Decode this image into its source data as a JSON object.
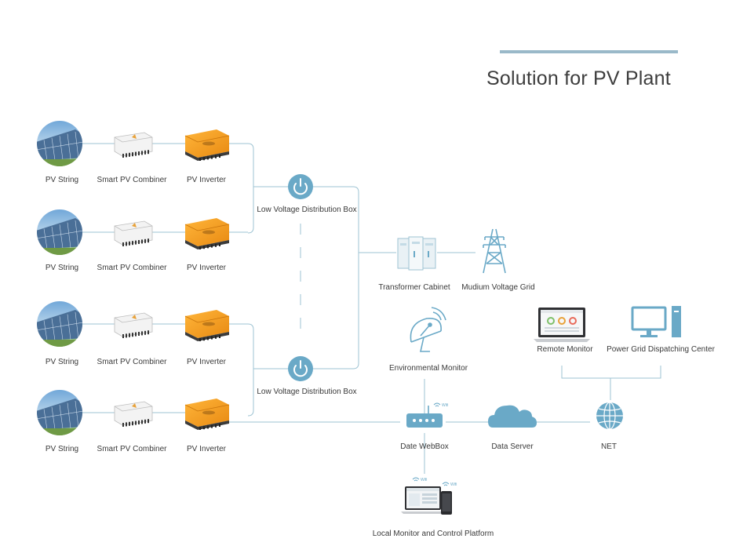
{
  "title": "Solution for  PV Plant",
  "rows": [
    {
      "pv": "PV String",
      "combiner": "Smart PV Combiner",
      "inverter": "PV Inverter"
    },
    {
      "pv": "PV String",
      "combiner": "Smart PV Combiner",
      "inverter": "PV Inverter"
    },
    {
      "pv": "PV String",
      "combiner": "Smart PV Combiner",
      "inverter": "PV Inverter"
    },
    {
      "pv": "PV String",
      "combiner": "Smart PV Combiner",
      "inverter": "PV Inverter"
    }
  ],
  "lvdb_top": "Low Voltage Distribution Box",
  "lvdb_bottom": "Low Voltage Distribution Box",
  "transformer": "Transformer Cabinet",
  "mv_grid": "Mudium Voltage Grid",
  "env_monitor": "Environmental Monitor",
  "remote_monitor": "Remote Monitor",
  "dispatch_center": "Power Grid Dispatching Center",
  "webbox": "Date WebBox",
  "data_server": "Data Server",
  "net": "NET",
  "local_platform": "Local Monitor and Control Platform",
  "wifi": "Wifi",
  "colors": {
    "line": "#9ec3d3",
    "accent": "#6aa9c7",
    "inverter": "#f5a021",
    "text": "#3a3a3a"
  }
}
